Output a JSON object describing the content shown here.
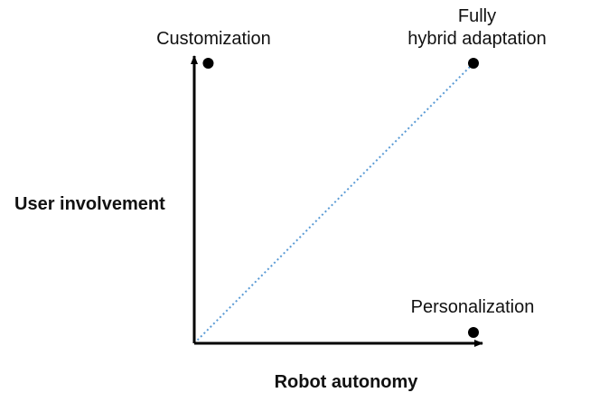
{
  "axes": {
    "x_label": "Robot autonomy",
    "y_label": "User involvement",
    "axis_color": "#000000"
  },
  "points": [
    {
      "id": "customization",
      "label_lines": [
        "Customization"
      ],
      "robot_autonomy": 0.05,
      "user_involvement": 1.0
    },
    {
      "id": "fully-hybrid",
      "label_lines": [
        "Fully",
        "hybrid adaptation"
      ],
      "robot_autonomy": 1.0,
      "user_involvement": 1.0
    },
    {
      "id": "personalization",
      "label_lines": [
        "Personalization"
      ],
      "robot_autonomy": 1.0,
      "user_involvement": 0.0
    }
  ],
  "diagonal": {
    "style": "dotted",
    "color": "#5b9bd5",
    "from": [
      0,
      0
    ],
    "to": [
      1,
      1
    ]
  }
}
